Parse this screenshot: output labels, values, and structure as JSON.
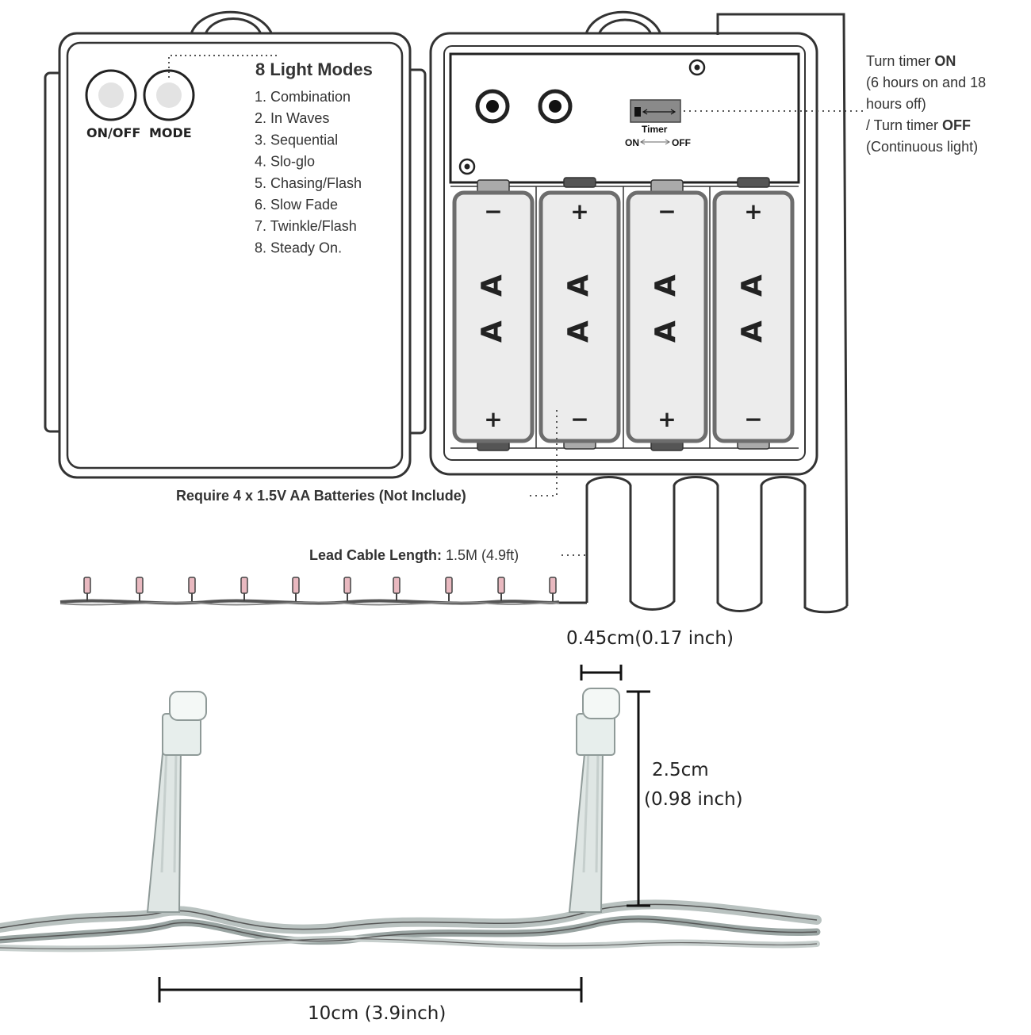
{
  "box": {
    "modes_title": "8 Light Modes",
    "modes": [
      "1. Combination",
      "2. In Waves",
      "3. Sequential",
      "4. Slo-glo",
      "5. Chasing/Flash",
      "6. Slow Fade",
      "7. Twinkle/Flash",
      "8. Steady On."
    ],
    "buttons": {
      "on_off": "ON/OFF",
      "mode": "MODE"
    }
  },
  "compartment": {
    "timer_label": "Timer",
    "timer_on": "ON",
    "timer_off": "OFF",
    "batteries": [
      {
        "letter": "A",
        "top": "−",
        "bottom": "+"
      },
      {
        "letter": "A",
        "top": "+",
        "bottom": "−"
      },
      {
        "letter": "A",
        "top": "−",
        "bottom": "+"
      },
      {
        "letter": "A",
        "top": "+",
        "bottom": "−"
      }
    ]
  },
  "timer_note": {
    "line1_pre": "Turn timer ",
    "line1_bold": "ON",
    "line2": "(6 hours on and 18",
    "line3": "hours off)",
    "line4_pre": "/ Turn timer ",
    "line4_bold": "OFF",
    "line5": "(Continuous light)"
  },
  "battery_note": "Require 4 x 1.5V AA Batteries (Not Include)",
  "cable_note": {
    "label": "Lead Cable Length:",
    "value": "1.5M (4.9ft)"
  },
  "dimensions": {
    "width": "0.45cm(0.17 inch)",
    "height_cm": "2.5cm",
    "height_in": "(0.98 inch)",
    "spacing": "10cm (3.9inch)"
  },
  "colors": {
    "line": "#333333",
    "battery_fill": "#ececec",
    "battery_stroke": "#6d6d6d",
    "bulb": "#e9b9c0"
  }
}
